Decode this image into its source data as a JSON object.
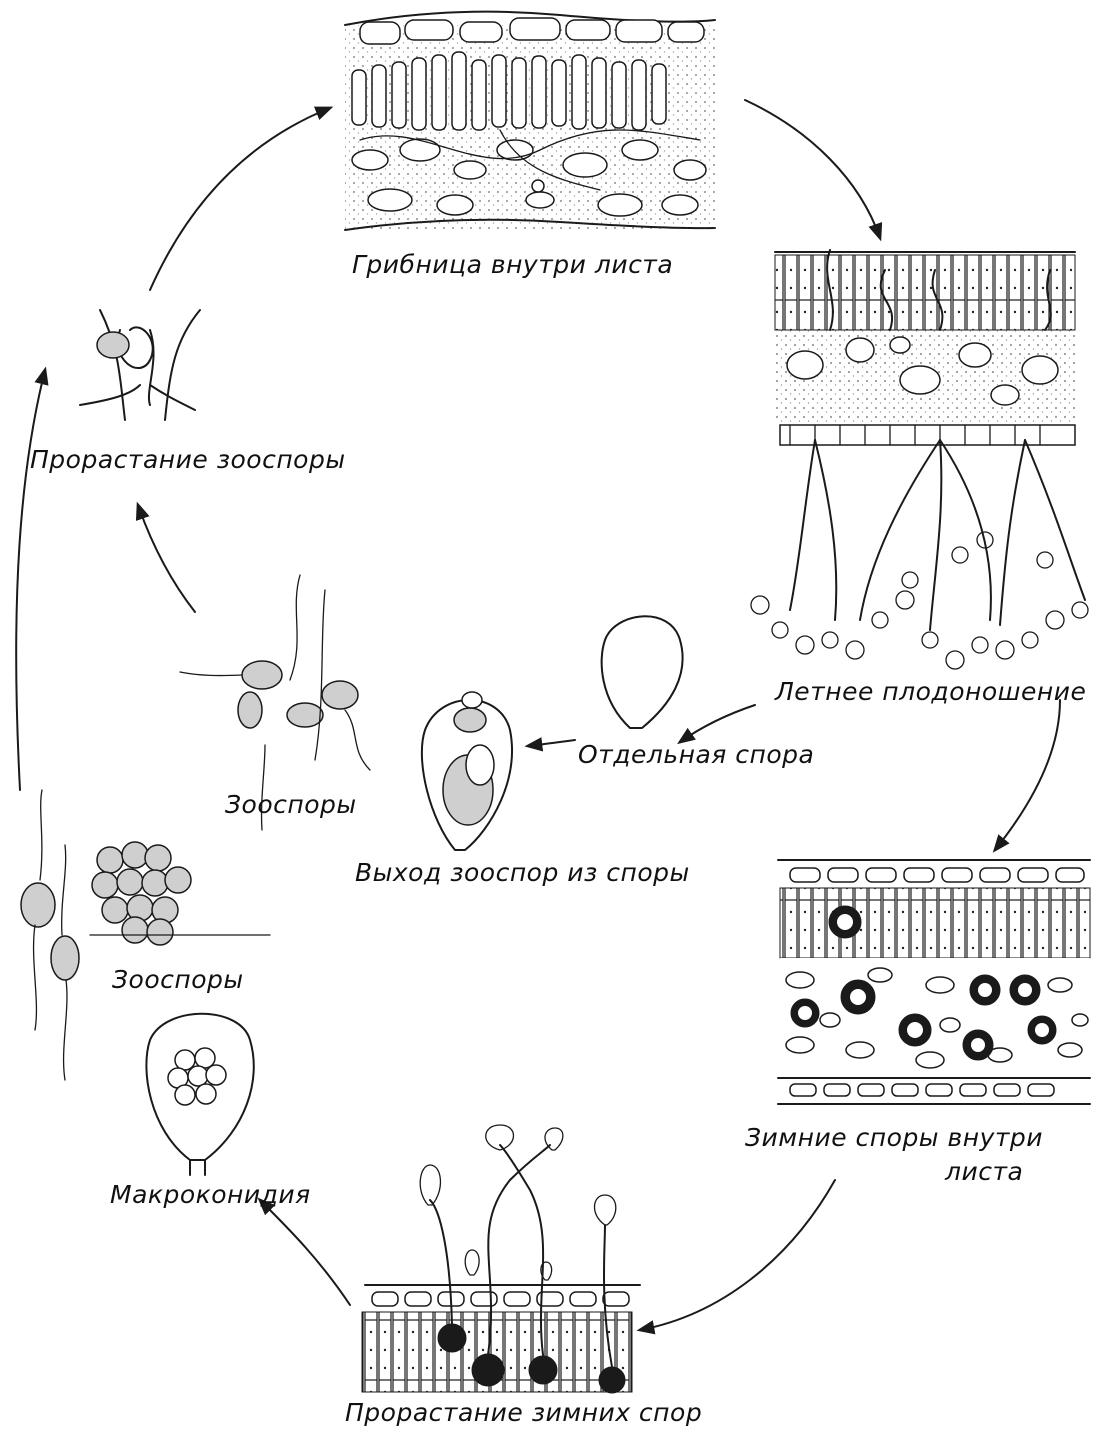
{
  "labels": {
    "mycelium": "Грибница внутри листа",
    "summer_fruiting": "Летнее плодоношение",
    "single_spore": "Отдельная спора",
    "zoospore_release": "Выход зооспор из споры",
    "winter_spores": "Зимние споры внутри",
    "winter_spores_2": "листа",
    "winter_germination": "Прорастание зимних спор",
    "macroconidium": "Макроконидия",
    "zoospores_lower": "Зооспоры",
    "zoospores_upper": "Зооспоры",
    "zoospore_germination": "Прорастание зооспоры"
  }
}
